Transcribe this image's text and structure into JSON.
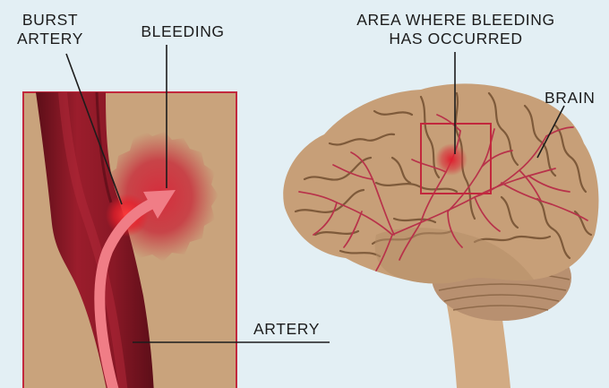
{
  "labels": {
    "burst_artery": [
      "BURST",
      "ARTERY"
    ],
    "bleeding": "BLEEDING",
    "area_bleeding": [
      "AREA WHERE BLEEDING",
      "HAS OCCURRED"
    ],
    "brain": "BRAIN",
    "artery": "ARTERY"
  },
  "colors": {
    "background": "#e3eff4",
    "panel_fill": "#c9a37c",
    "panel_border": "#c2283d",
    "artery_dark": "#7a1420",
    "artery_mid": "#a3202f",
    "bleed_red": "#d62d3c",
    "arrow": "#f07d86",
    "brain_fill": "#c79f78",
    "brain_fold": "#7e5a3a",
    "vessel": "#b8324a",
    "brainstem": "#d2ab84"
  },
  "icons": [
    "burst-artery-inset",
    "brain-illustration",
    "flow-arrow"
  ]
}
